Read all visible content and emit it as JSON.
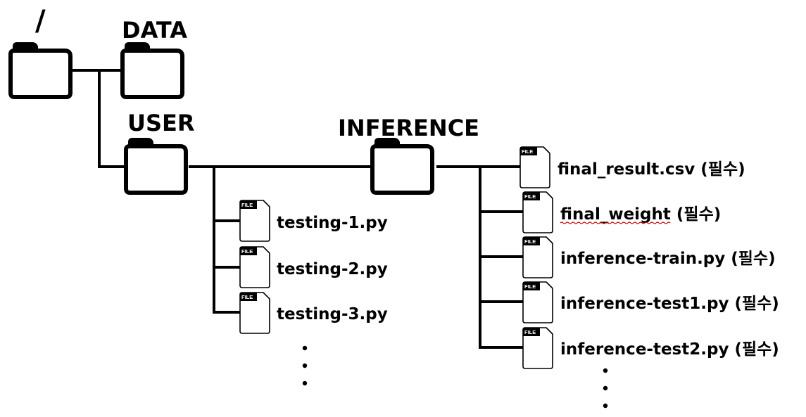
{
  "root": {
    "label": "/"
  },
  "folders": {
    "data": {
      "label": "DATA"
    },
    "user": {
      "label": "USER"
    },
    "inference": {
      "label": "INFERENCE"
    }
  },
  "file_badge": "FILE",
  "user_files": [
    "testing-1.py",
    "testing-2.py",
    "testing-3.py"
  ],
  "inference_files": [
    {
      "name": "final_result.csv",
      "note": "(필수)"
    },
    {
      "name": "final_weight",
      "note": "(필수)"
    },
    {
      "name": "inference-train.py",
      "note": "(필수)"
    },
    {
      "name": "inference-test1.py",
      "note": "(필수)"
    },
    {
      "name": "inference-test2.py",
      "note": "(필수)"
    }
  ],
  "icons": {
    "folder": "folder-icon",
    "file": "file-icon",
    "more": "ellipsis-icon"
  }
}
